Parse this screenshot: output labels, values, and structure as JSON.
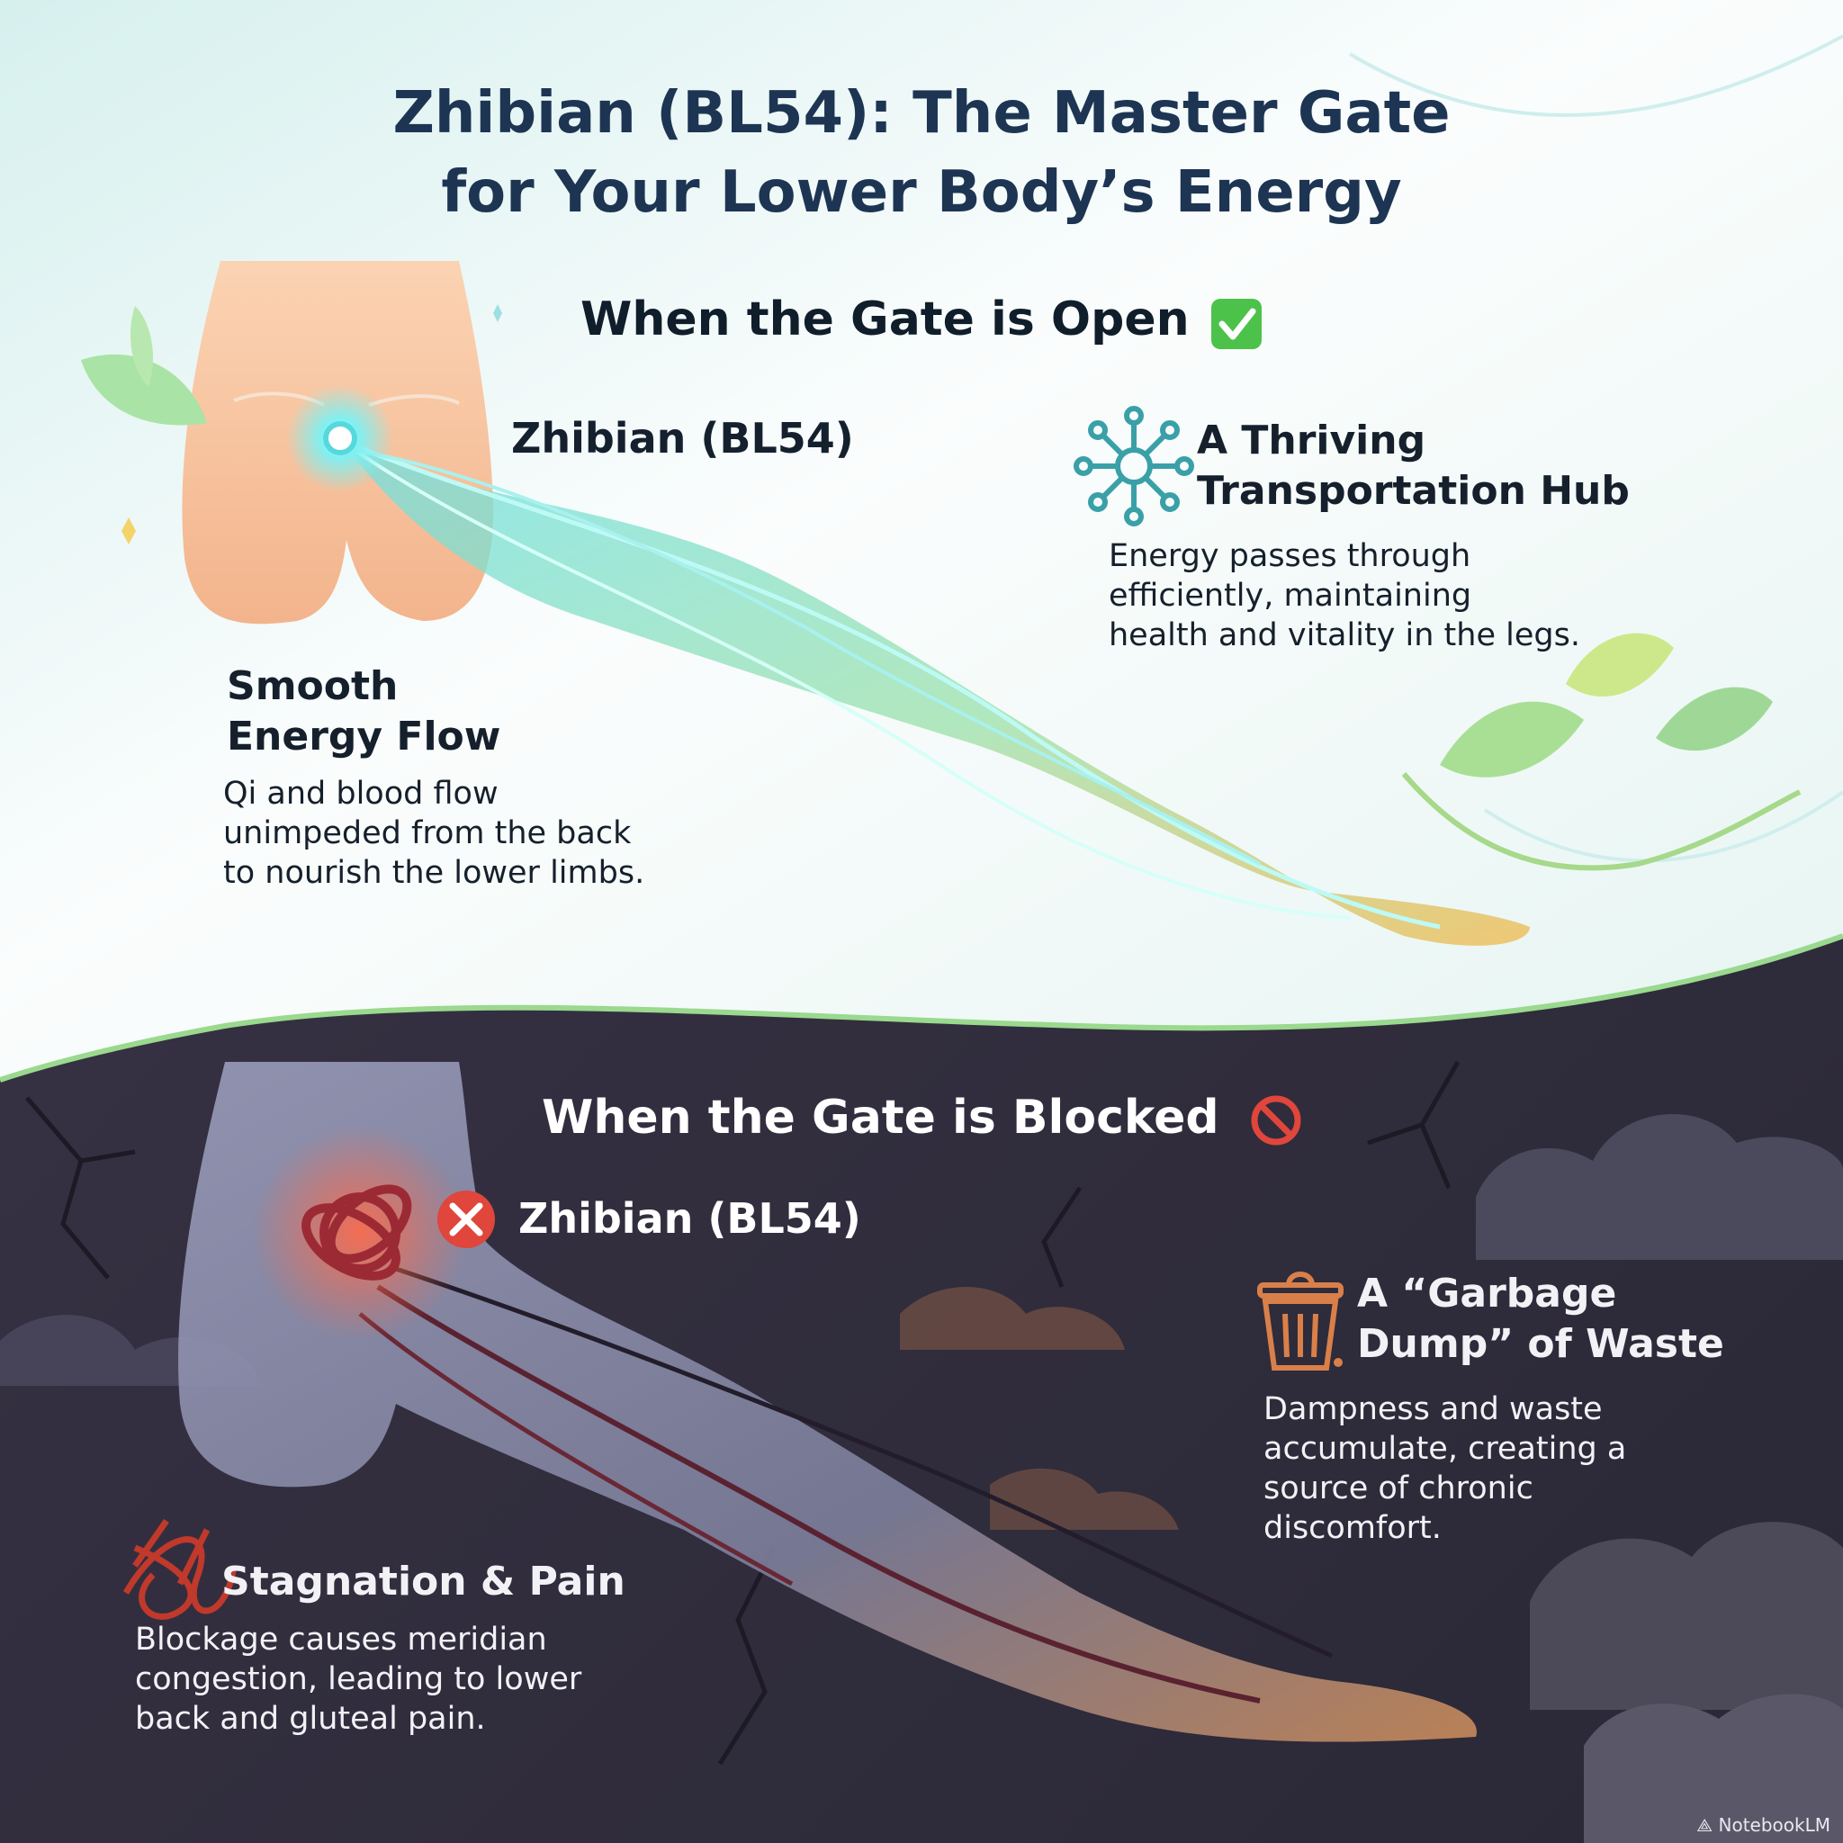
{
  "title": {
    "line1": "Zhibian (BL54): The Master Gate",
    "line2": "for Your Lower Body’s Energy"
  },
  "open": {
    "heading": "When the Gate is Open",
    "heading_icon": "check-box-icon",
    "point_label": "Zhibian (BL54)",
    "features": [
      {
        "icon": "network-hub-icon",
        "title": [
          "A Thriving",
          "Transportation Hub"
        ],
        "desc": [
          "Energy passes through",
          "efficiently, maintaining",
          "health and vitality in the legs."
        ]
      },
      {
        "title": [
          "Smooth",
          "Energy Flow"
        ],
        "desc": [
          "Qi and blood flow",
          "unimpeded from the back",
          "to nourish the lower limbs."
        ]
      }
    ]
  },
  "blocked": {
    "heading": "When the Gate is Blocked",
    "heading_icon": "prohibited-icon",
    "point_label": "Zhibian (BL54)",
    "point_icon": "x-circle-icon",
    "features": [
      {
        "icon": "trash-can-icon",
        "title": [
          "A “Garbage",
          "Dump” of Waste"
        ],
        "desc": [
          "Dampness and waste",
          "accumulate, creating a",
          "source of chronic",
          "discomfort."
        ]
      },
      {
        "icon": "knot-icon",
        "title": [
          "Stagnation & Pain"
        ],
        "desc": [
          "Blockage causes meridian",
          "congestion, leading to lower",
          "back and gluteal pain."
        ]
      }
    ]
  },
  "watermark": "NotebookLM",
  "colors": {
    "title": "#1d3553",
    "open_bg": "#eef8f8",
    "blocked_bg": "#2f2b3b",
    "flow": "#5fd6d8",
    "flow_warm": "#f2c04e",
    "leaf": "#8fd98a",
    "knot": "#c0392b",
    "check": "#4cc24a",
    "prohibit": "#e0463b",
    "icon_teal": "#3aa0a8",
    "icon_orange": "#d9804a"
  }
}
